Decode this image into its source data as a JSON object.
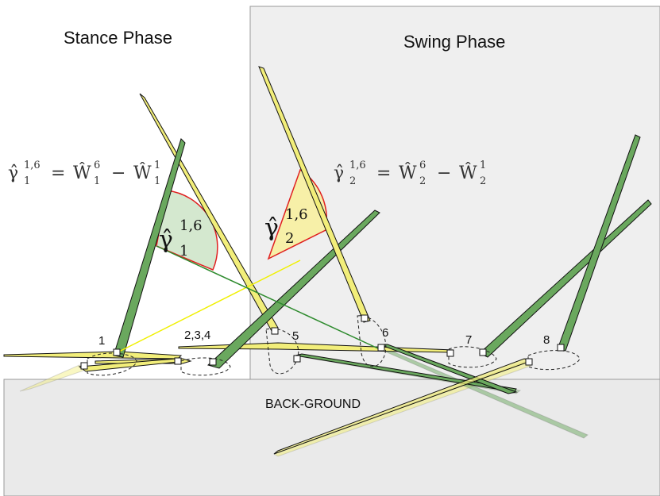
{
  "panels": {
    "stance_title": "Stance Phase",
    "swing_title": "Swing Phase",
    "background_label": "BACK-GROUND"
  },
  "equations": {
    "stance": {
      "lhs": "γ̂",
      "lhs_sub": "1",
      "lhs_sup": "1,6",
      "op_eq": "=",
      "term1": "Ŵ",
      "term1_sub": "1",
      "term1_sup": "6",
      "op_minus": "−",
      "term2": "Ŵ",
      "term2_sub": "1",
      "term2_sup": "1"
    },
    "swing": {
      "lhs": "γ̂",
      "lhs_sub": "2",
      "lhs_sup": "1,6",
      "op_eq": "=",
      "term1": "Ŵ",
      "term1_sub": "2",
      "term1_sup": "6",
      "op_minus": "−",
      "term2": "Ŵ",
      "term2_sub": "2",
      "term2_sup": "1"
    }
  },
  "angles": {
    "stance": {
      "symbol": "γ̂",
      "sup": "1,6",
      "sub": "1",
      "fill": "#d4e8cf",
      "stroke": "#e02020"
    },
    "swing": {
      "symbol": "γ̂",
      "sup": "1,6",
      "sub": "2",
      "fill": "#f7f0a8",
      "stroke": "#e02020"
    }
  },
  "frame_labels": [
    "1",
    "2,3,4",
    "5",
    "6",
    "7",
    "8"
  ],
  "colors": {
    "green_leaf": "#6aa85e",
    "yellow_leaf": "#f2ee7a",
    "panel_bg": "#efefef",
    "ground_bg": "#eaeaea",
    "yellow_line": "#f0f000",
    "green_line": "#2e8b2e"
  }
}
